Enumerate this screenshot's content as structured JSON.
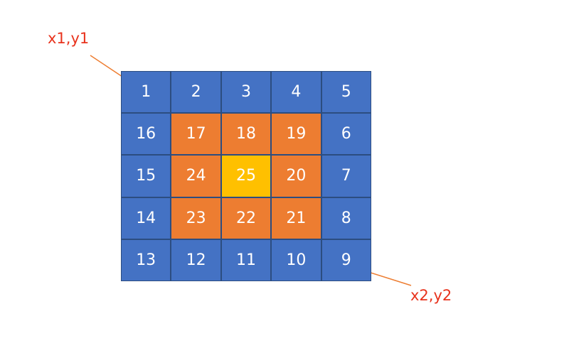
{
  "corner_labels": {
    "top_left": "x1,y1",
    "bottom_right": "x2,y2"
  },
  "colors": {
    "outer_ring": "#4472c4",
    "middle_ring": "#ed7d31",
    "center": "#ffc000",
    "annotation_text": "#e8321c",
    "arrow": "#ed7d31",
    "cell_text": "#ffffff"
  },
  "grid": {
    "rows": [
      [
        {
          "value": "1",
          "ring": "outer"
        },
        {
          "value": "2",
          "ring": "outer"
        },
        {
          "value": "3",
          "ring": "outer"
        },
        {
          "value": "4",
          "ring": "outer"
        },
        {
          "value": "5",
          "ring": "outer"
        }
      ],
      [
        {
          "value": "16",
          "ring": "outer"
        },
        {
          "value": "17",
          "ring": "middle"
        },
        {
          "value": "18",
          "ring": "middle"
        },
        {
          "value": "19",
          "ring": "middle"
        },
        {
          "value": "6",
          "ring": "outer"
        }
      ],
      [
        {
          "value": "15",
          "ring": "outer"
        },
        {
          "value": "24",
          "ring": "middle"
        },
        {
          "value": "25",
          "ring": "center"
        },
        {
          "value": "20",
          "ring": "middle"
        },
        {
          "value": "7",
          "ring": "outer"
        }
      ],
      [
        {
          "value": "14",
          "ring": "outer"
        },
        {
          "value": "23",
          "ring": "middle"
        },
        {
          "value": "22",
          "ring": "middle"
        },
        {
          "value": "21",
          "ring": "middle"
        },
        {
          "value": "8",
          "ring": "outer"
        }
      ],
      [
        {
          "value": "13",
          "ring": "outer"
        },
        {
          "value": "12",
          "ring": "outer"
        },
        {
          "value": "11",
          "ring": "outer"
        },
        {
          "value": "10",
          "ring": "outer"
        },
        {
          "value": "9",
          "ring": "outer"
        }
      ]
    ]
  }
}
